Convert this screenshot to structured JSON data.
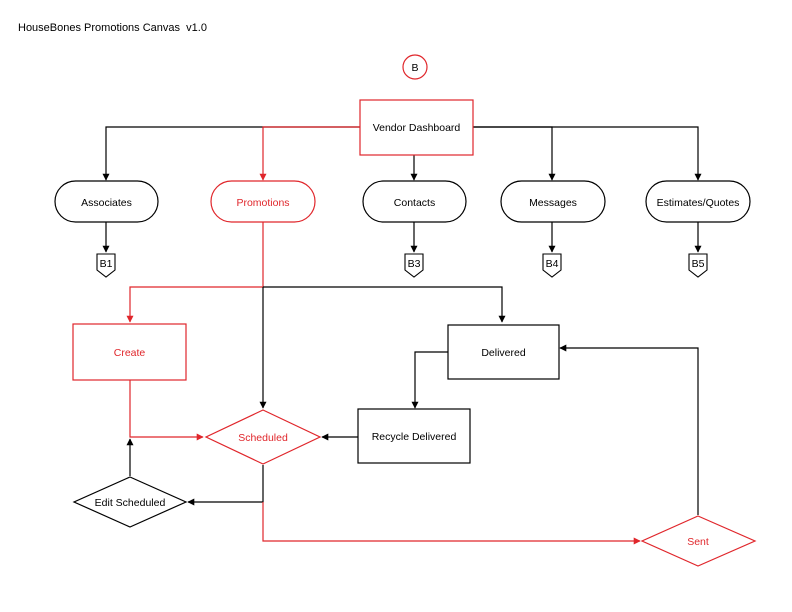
{
  "title": "HouseBones Promotions Canvas  v1.0",
  "colors": {
    "red": "#e0262b",
    "black": "#000000",
    "white": "#ffffff"
  },
  "diagram": {
    "page_marker": "B",
    "root": "Vendor Dashboard",
    "pills": [
      {
        "key": "associates",
        "label": "Associates",
        "color": "black"
      },
      {
        "key": "promotions",
        "label": "Promotions",
        "color": "red"
      },
      {
        "key": "contacts",
        "label": "Contacts",
        "color": "black"
      },
      {
        "key": "messages",
        "label": "Messages",
        "color": "black"
      },
      {
        "key": "estimates",
        "label": "Estimates/Quotes",
        "color": "black"
      }
    ],
    "connectors": [
      {
        "key": "b1",
        "label": "B1"
      },
      {
        "key": "b3",
        "label": "B3"
      },
      {
        "key": "b4",
        "label": "B4"
      },
      {
        "key": "b5",
        "label": "B5"
      }
    ],
    "nodes": {
      "create": "Create",
      "delivered": "Delivered",
      "recycle": "Recycle Delivered",
      "scheduled": "Scheduled",
      "edit_scheduled": "Edit Scheduled",
      "sent": "Sent"
    }
  }
}
